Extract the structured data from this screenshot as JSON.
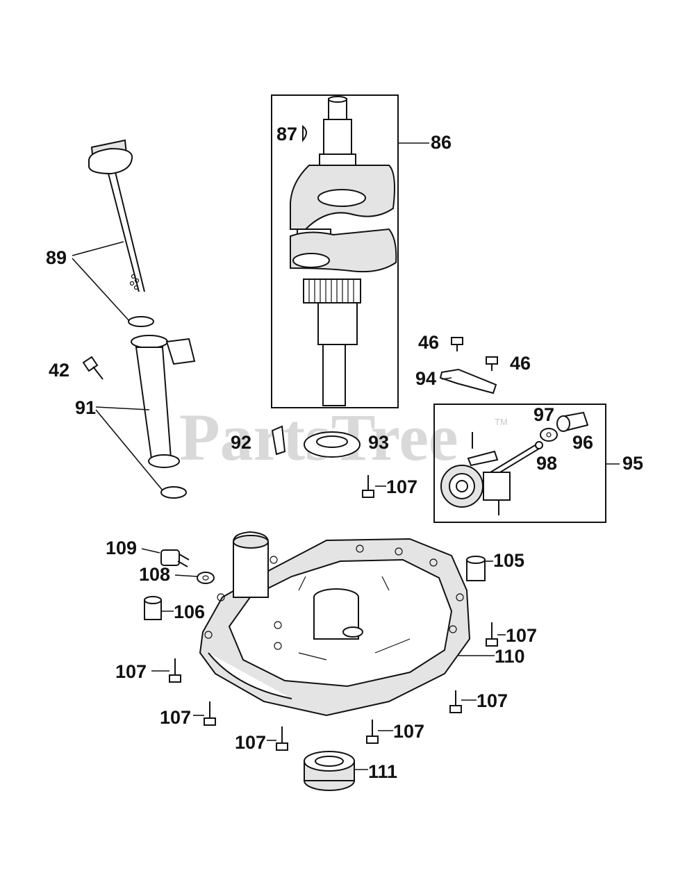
{
  "watermark": {
    "text": "PartsTree",
    "tm": "TM"
  },
  "callouts": {
    "c86": "86",
    "c87": "87",
    "c89": "89",
    "c42": "42",
    "c91": "91",
    "c46a": "46",
    "c46b": "46",
    "c94": "94",
    "c92": "92",
    "c93": "93",
    "c97": "97",
    "c96": "96",
    "c98": "98",
    "c95": "95",
    "c107a": "107",
    "c109": "109",
    "c108": "108",
    "c105": "105",
    "c106": "106",
    "c107b": "107",
    "c110": "110",
    "c107c": "107",
    "c107d": "107",
    "c107e": "107",
    "c107f": "107",
    "c107g": "107",
    "c111": "111"
  }
}
